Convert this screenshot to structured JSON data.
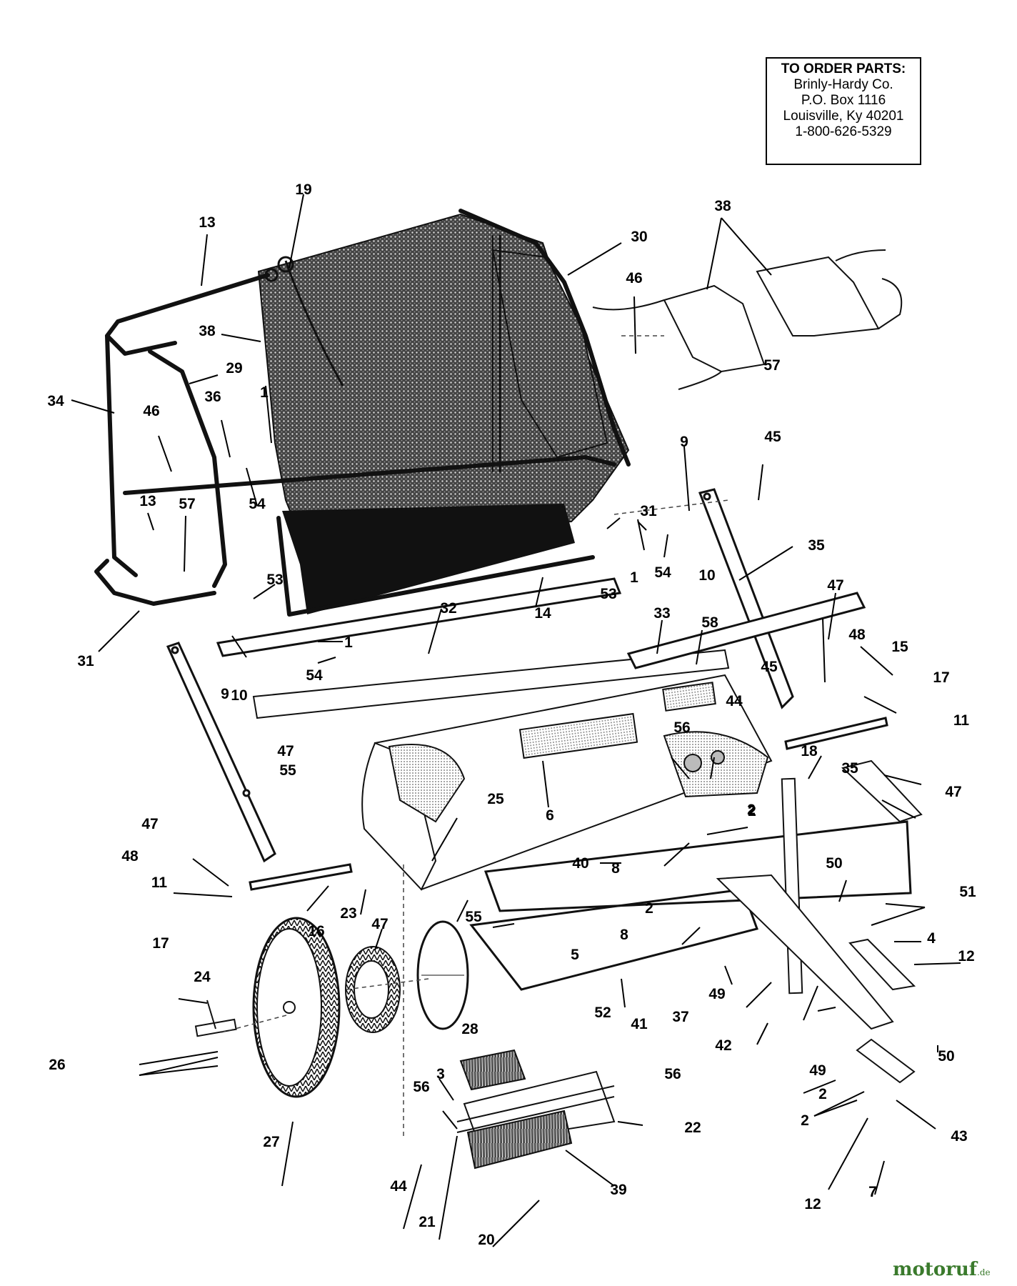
{
  "order_box": {
    "heading": "TO ORDER PARTS:",
    "company": "Brinly-Hardy Co.",
    "po_box": "P.O. Box 1116",
    "city": "Louisville, Ky 40201",
    "phone": "1-800-626-5329"
  },
  "watermark": {
    "name": "motoruf",
    "tld": ".de",
    "color": "#3a7a2c"
  },
  "part_labels": [
    {
      "text": "19"
    },
    {
      "text": "13"
    },
    {
      "text": "38"
    },
    {
      "text": "30"
    },
    {
      "text": "46"
    },
    {
      "text": "38"
    },
    {
      "text": "29"
    },
    {
      "text": "34"
    },
    {
      "text": "46"
    },
    {
      "text": "36"
    },
    {
      "text": "1"
    },
    {
      "text": "57"
    },
    {
      "text": "54"
    },
    {
      "text": "13"
    },
    {
      "text": "57"
    },
    {
      "text": "9"
    },
    {
      "text": "45"
    },
    {
      "text": "31"
    },
    {
      "text": "35"
    },
    {
      "text": "1"
    },
    {
      "text": "54"
    },
    {
      "text": "10"
    },
    {
      "text": "53"
    },
    {
      "text": "14"
    },
    {
      "text": "53"
    },
    {
      "text": "47"
    },
    {
      "text": "31"
    },
    {
      "text": "1"
    },
    {
      "text": "54"
    },
    {
      "text": "32"
    },
    {
      "text": "33"
    },
    {
      "text": "58"
    },
    {
      "text": "48"
    },
    {
      "text": "15"
    },
    {
      "text": "17"
    },
    {
      "text": "10"
    },
    {
      "text": "9"
    },
    {
      "text": "45"
    },
    {
      "text": "44"
    },
    {
      "text": "11"
    },
    {
      "text": "56"
    },
    {
      "text": "47"
    },
    {
      "text": "2"
    },
    {
      "text": "18"
    },
    {
      "text": "35"
    },
    {
      "text": "47"
    },
    {
      "text": "55"
    },
    {
      "text": "6"
    },
    {
      "text": "25"
    },
    {
      "text": "47"
    },
    {
      "text": "2"
    },
    {
      "text": "48"
    },
    {
      "text": "40"
    },
    {
      "text": "8"
    },
    {
      "text": "50"
    },
    {
      "text": "11"
    },
    {
      "text": "51"
    },
    {
      "text": "16"
    },
    {
      "text": "23"
    },
    {
      "text": "47"
    },
    {
      "text": "55"
    },
    {
      "text": "2"
    },
    {
      "text": "8"
    },
    {
      "text": "17"
    },
    {
      "text": "5"
    },
    {
      "text": "4"
    },
    {
      "text": "12"
    },
    {
      "text": "24"
    },
    {
      "text": "49"
    },
    {
      "text": "37"
    },
    {
      "text": "41"
    },
    {
      "text": "28"
    },
    {
      "text": "42"
    },
    {
      "text": "50"
    },
    {
      "text": "52"
    },
    {
      "text": "26"
    },
    {
      "text": "3"
    },
    {
      "text": "49"
    },
    {
      "text": "56"
    },
    {
      "text": "2"
    },
    {
      "text": "56"
    },
    {
      "text": "22"
    },
    {
      "text": "2"
    },
    {
      "text": "27"
    },
    {
      "text": "43"
    },
    {
      "text": "44"
    },
    {
      "text": "39"
    },
    {
      "text": "12"
    },
    {
      "text": "7"
    },
    {
      "text": "21"
    },
    {
      "text": "20"
    }
  ]
}
